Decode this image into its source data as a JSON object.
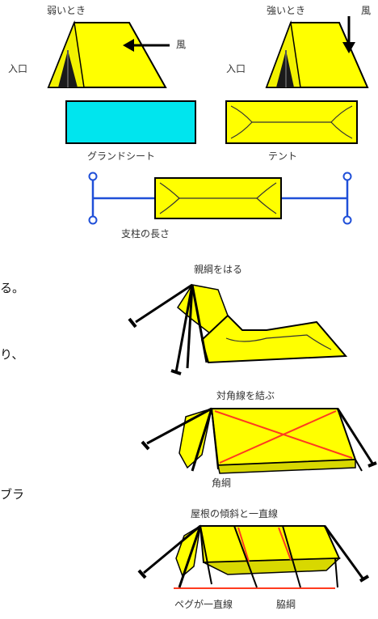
{
  "top_left": {
    "caption": "弱いとき",
    "wind_label": "風",
    "entrance_label": "入口"
  },
  "top_right": {
    "caption": "強いとき",
    "wind_label": "風",
    "entrance_label": "入口"
  },
  "ground_sheet_label": "グランドシート",
  "tent_label": "テント",
  "pole_length_label": "支柱の長さ",
  "step1_label": "親綱をはる",
  "step2_label": "対角線を結ぶ",
  "corner_rope_label": "角綱",
  "step3_label": "屋根の傾斜と一直線",
  "pegs_label": "ペグが一直線",
  "side_rope_label": "脇綱",
  "side_text_1": "る。",
  "side_text_2": "り、",
  "side_text_3": "ブラ",
  "colors": {
    "tent": "#ffff00",
    "sheet": "#00e5ee",
    "pole": "#1f4fd8",
    "diagonal": "#ff3b1f",
    "rope": "#000000"
  }
}
